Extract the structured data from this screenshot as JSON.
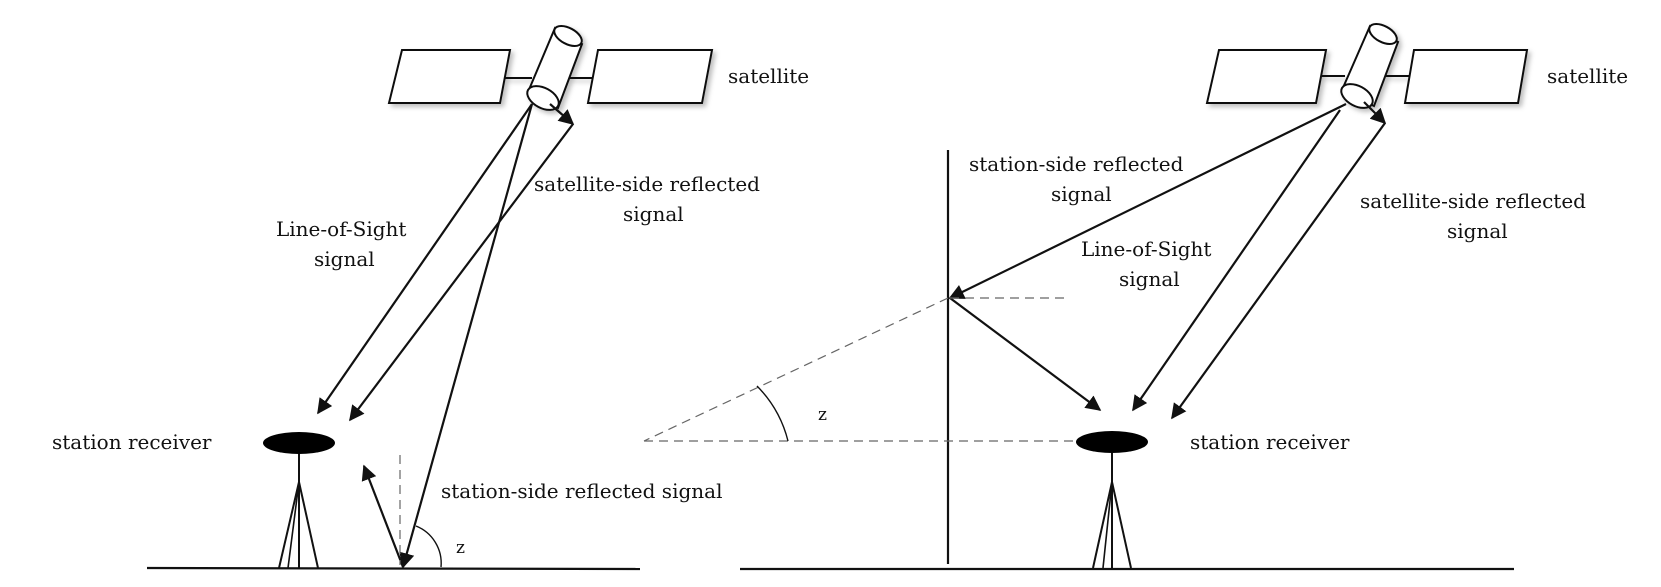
{
  "left_panel": {
    "satellite_label": "satellite",
    "los_label_line1": "Line-of-Sight",
    "los_label_line2": "signal",
    "sat_reflect_line1": "satellite-side reflected",
    "sat_reflect_line2": "signal",
    "receiver_label": "station receiver",
    "station_reflect_label": "station-side reflected signal",
    "angle_label": "z"
  },
  "right_panel": {
    "satellite_label": "satellite",
    "station_reflect_line1": "station-side reflected",
    "station_reflect_line2": "signal",
    "los_label_line1": "Line-of-Sight",
    "los_label_line2": "signal",
    "sat_reflect_line1": "satellite-side reflected",
    "sat_reflect_line2": "signal",
    "receiver_label": "station receiver",
    "angle_label": "z"
  }
}
